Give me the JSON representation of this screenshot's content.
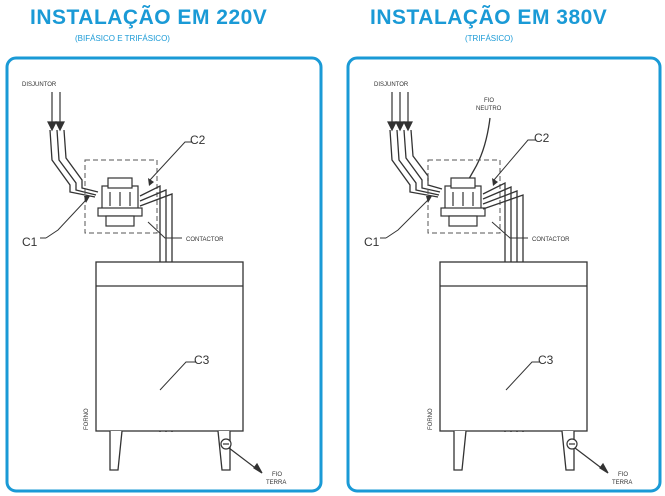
{
  "left": {
    "title": "INSTALAÇÃO EM 220V",
    "subtitle": "(BIFÁSICO E TRIFÁSICO)",
    "labels": {
      "disjuntor": "DISJUNTOR",
      "c1": "C1",
      "c2": "C2",
      "c3": "C3",
      "contactor": "CONTACTOR",
      "forno": "FORNO",
      "fio": "FIO",
      "terra": "TERRA"
    }
  },
  "right": {
    "title": "INSTALAÇÃO EM 380V",
    "subtitle": "(TRIFÁSICO)",
    "labels": {
      "disjuntor": "DISJUNTOR",
      "fio_neutro_1": "FIO",
      "fio_neutro_2": "NEUTRO",
      "c1": "C1",
      "c2": "C2",
      "c3": "C3",
      "contactor": "CONTACTOR",
      "forno": "FORNO",
      "fio": "FIO",
      "terra": "TERRA"
    }
  },
  "colors": {
    "accent": "#1a9ad6",
    "line": "#333333"
  }
}
